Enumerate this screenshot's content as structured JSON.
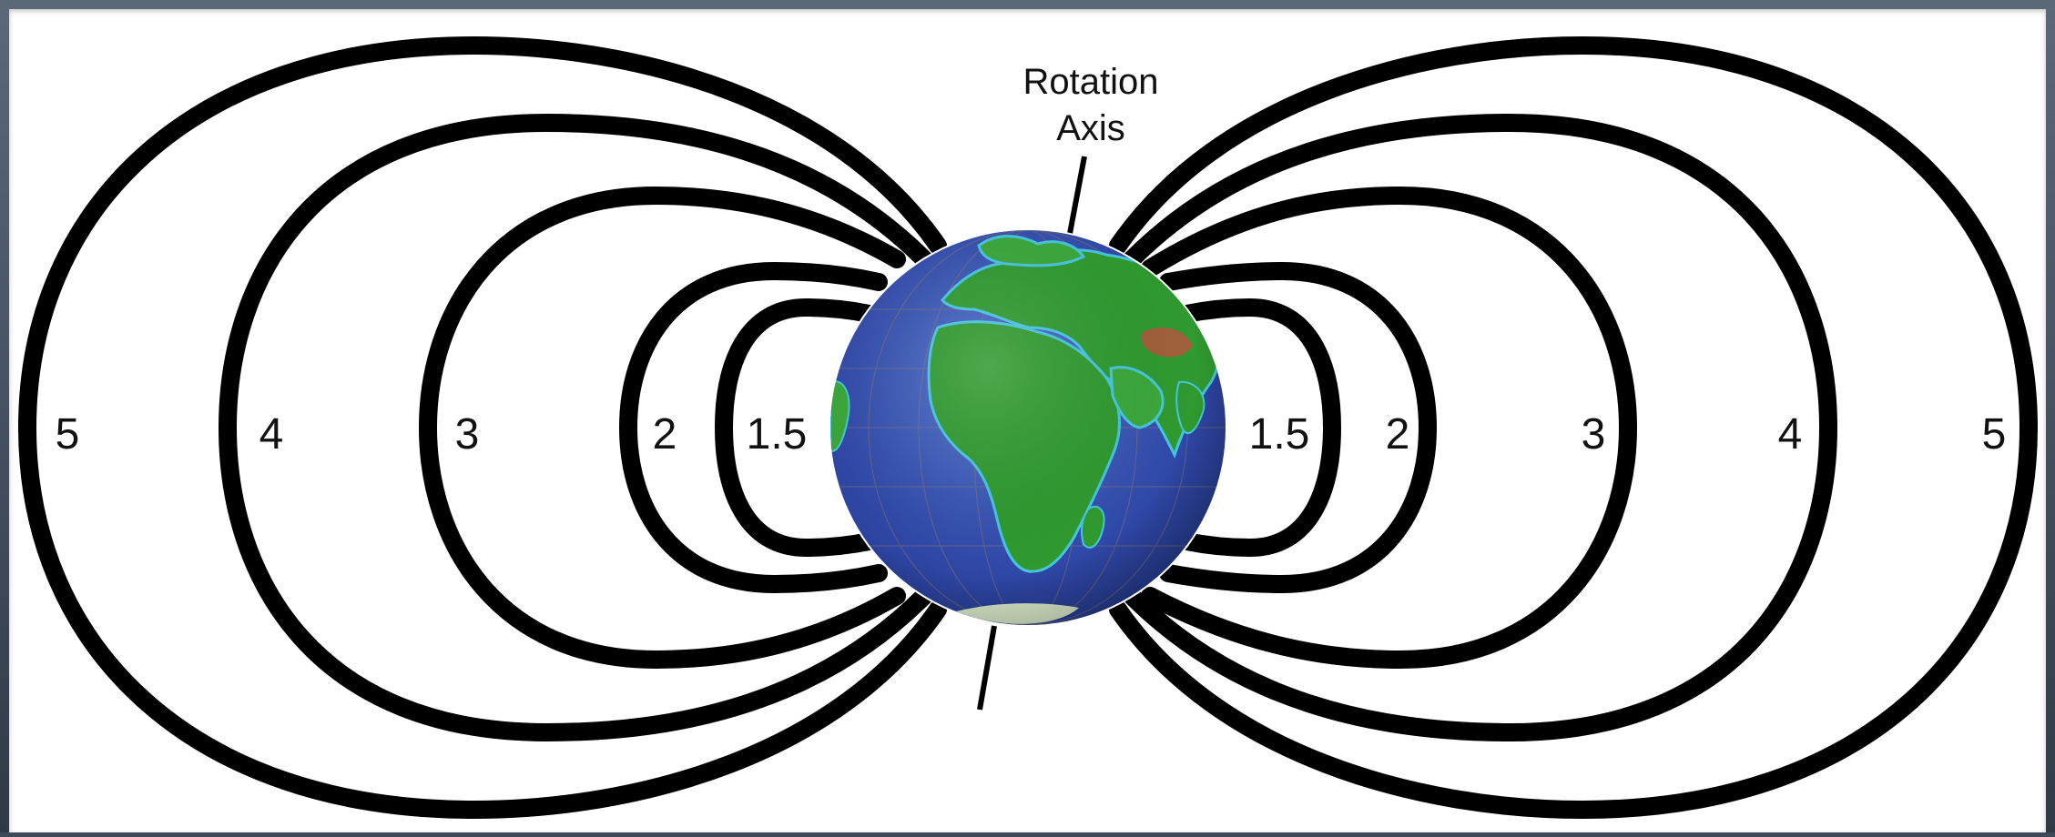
{
  "diagram": {
    "axis_label_line1": "Rotation",
    "axis_label_line2": "Axis",
    "left_shell_labels": [
      "5",
      "4",
      "3",
      "2",
      "1.5"
    ],
    "right_shell_labels": [
      "1.5",
      "2",
      "3",
      "4",
      "5"
    ]
  },
  "colors": {
    "field_lines": "#000000",
    "background": "#ffffff",
    "ocean": "#3a56b8",
    "land": "#2f9a2f"
  }
}
